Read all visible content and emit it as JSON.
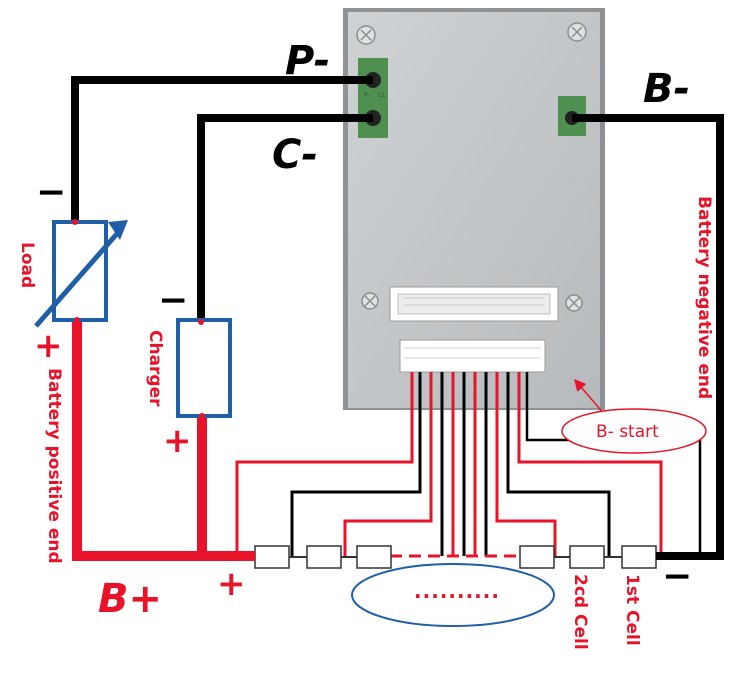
{
  "terminals": {
    "p_minus": "P-",
    "c_minus": "C-",
    "b_minus": "B-",
    "b_plus": "B+"
  },
  "labels": {
    "load": "Load",
    "charger": "Charger",
    "battery_positive_end": "Battery positive end",
    "battery_negative_end": "Battery negative end",
    "b_start": "B- start",
    "first_cell": "1st Cell",
    "second_cell": "2cd Cell",
    "ellipsis": "..........",
    "pcb_p_pad": "P-",
    "pcb_c_pad": "CL"
  },
  "signs": {
    "plus": "+",
    "minus": "−"
  },
  "colors": {
    "positive_wire": "#e8132a",
    "negative_wire": "#000000",
    "component_outline": "#1f5fa8",
    "board": "#c4c7c9",
    "pcb_green": "#4f8f4f"
  },
  "icons": {
    "load": "variable-resistor-icon",
    "charger": "rectangle-component-icon",
    "battery_cell": "cell-icon"
  }
}
